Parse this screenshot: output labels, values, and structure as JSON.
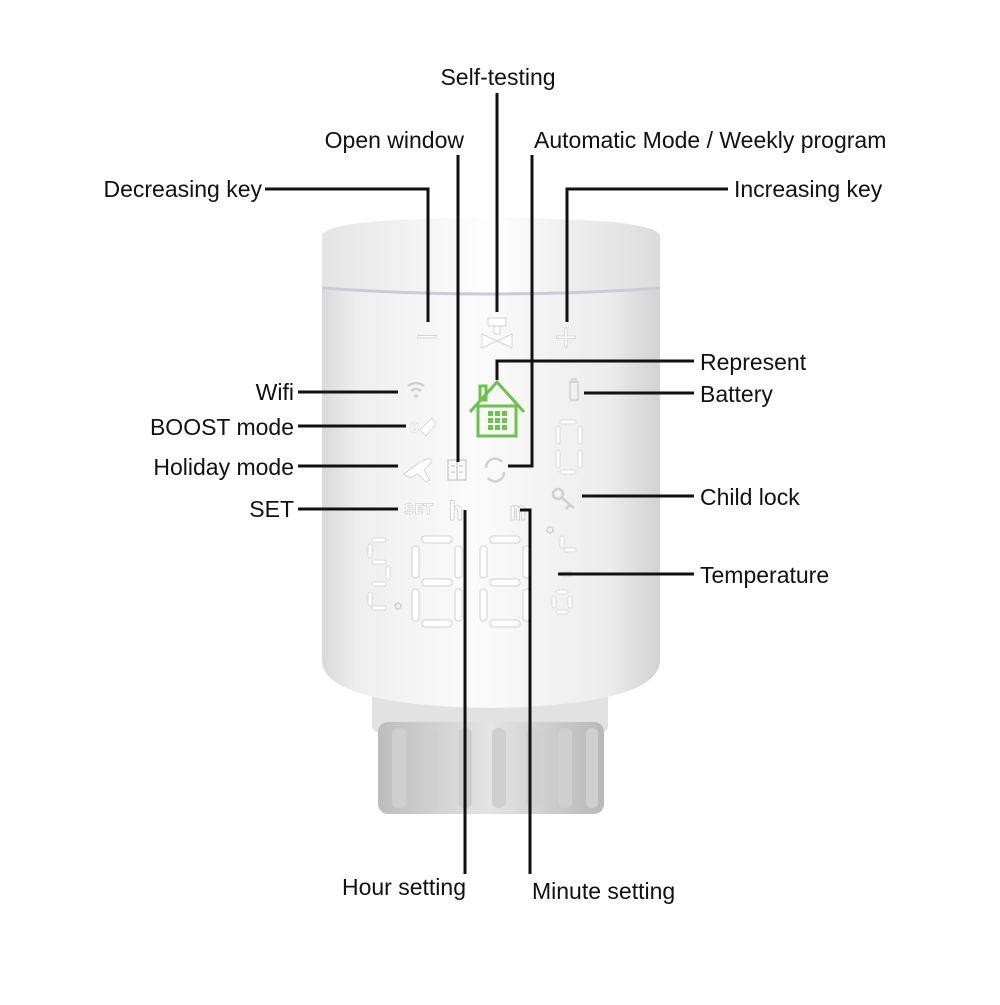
{
  "labels": {
    "self_testing": "Self-testing",
    "open_window": "Open window",
    "automatic_mode": "Automatic Mode / Weekly program",
    "decreasing_key": "Decreasing key",
    "increasing_key": "Increasing key",
    "represent": "Represent",
    "battery": "Battery",
    "wifi": "Wifi",
    "boost_mode": "BOOST mode",
    "holiday_mode": "Holiday mode",
    "set": "SET",
    "child_lock": "Child lock",
    "temperature": "Temperature",
    "hour_setting": "Hour setting",
    "minute_setting": "Minute setting"
  },
  "display": {
    "minus_key": "−",
    "plus_key": "+",
    "set_text": "SET",
    "hour_glyph": "h",
    "minute_glyph": "m",
    "main_digits": "88",
    "right_digit": "0",
    "degree_symbol": "°",
    "degree_unit_small": "c",
    "left_small_digit": "5"
  },
  "colors": {
    "line": "#111111",
    "device_body": "#f4f4f4",
    "knob": "#d6d6d6",
    "led": "#ffffff",
    "home_icon": "#6dc24b"
  }
}
